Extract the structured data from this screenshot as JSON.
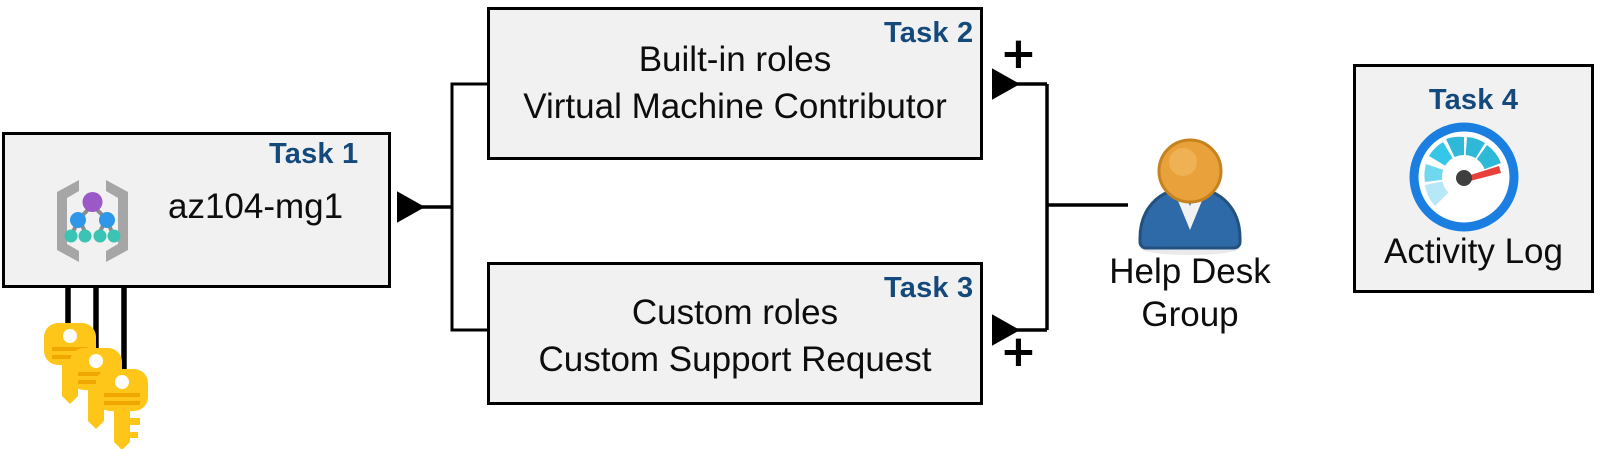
{
  "diagram": {
    "title": "Azure RBAC task diagram",
    "accent_color": "#14497b",
    "box_fill": "#f1f1f1",
    "box_border": "#000000",
    "connector_color": "#000000"
  },
  "boxes": [
    {
      "id": "task1",
      "tag": "Task 1",
      "label": "az104-mg1",
      "icon": "management-group-icon"
    },
    {
      "id": "task2",
      "tag": "Task 2",
      "line1": "Built-in roles",
      "line2": "Virtual Machine Contributor"
    },
    {
      "id": "task3",
      "tag": "Task 3",
      "line1": "Custom roles",
      "line2": "Custom Support Request"
    },
    {
      "id": "task4",
      "tag": "Task 4",
      "label": "Activity Log",
      "icon": "activity-log-gauge-icon"
    }
  ],
  "actor": {
    "icon": "user-group-icon",
    "line1": "Help Desk",
    "line2": "Group"
  },
  "keys": {
    "icon": "keys-icon",
    "count": 3
  },
  "operators": {
    "plus_top": "+",
    "plus_bottom": "+"
  },
  "icon_colors": {
    "mg_bracket": "#a6a6a6",
    "mg_root": "#9b59c7",
    "mg_mid": "#2e97e8",
    "mg_leaf": "#3bc4b4",
    "gauge_ring": "#1a7fe0",
    "gauge_needle": "#e8413c",
    "gauge_hub": "#3f3f3f",
    "gauge_seg_dark": "#2fb9d8",
    "gauge_seg_mid": "#35c6e8",
    "gauge_seg_light": "#9fe2f2",
    "person_head": "#e9a23b",
    "person_body": "#2e6aa8",
    "person_shirt": "#f5f5f5",
    "key_body": "#ffc61a",
    "key_light": "#ffd74a"
  }
}
